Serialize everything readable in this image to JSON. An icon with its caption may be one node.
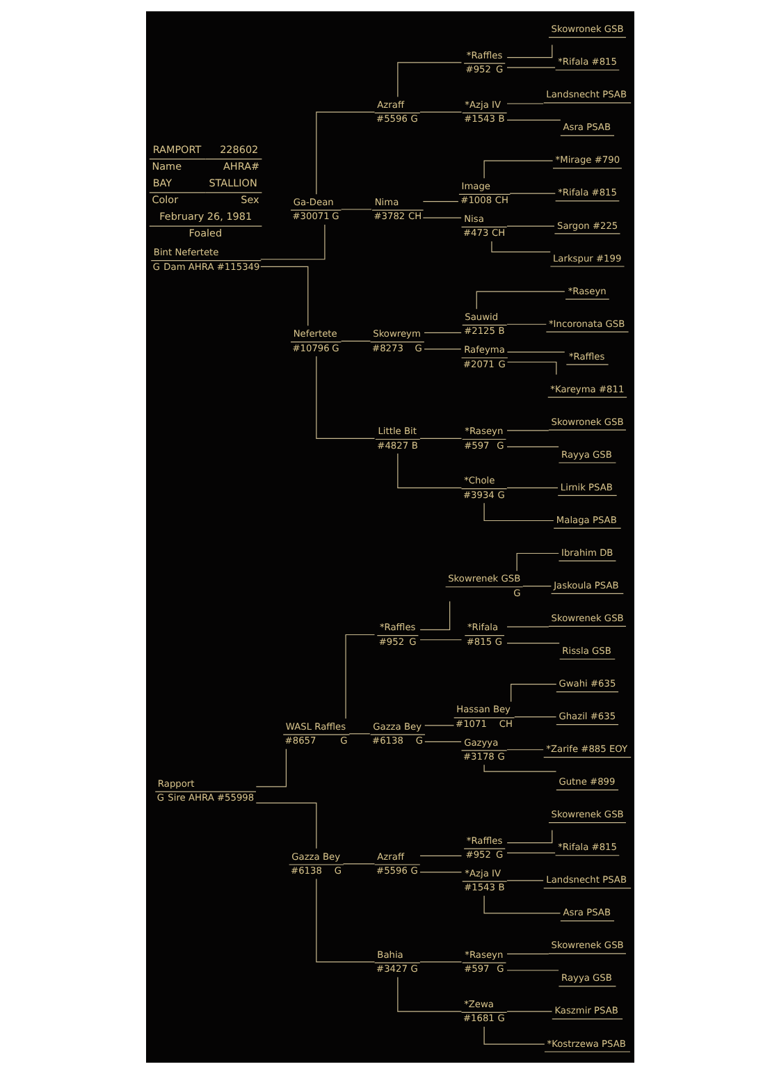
{
  "diagram": {
    "nodes": [
      {
        "text": [
          "Rapport",
          "G",
          "Sire AHRA #55998"
        ]
      },
      {
        "text": [
          "WASL Raffles",
          "#8657",
          "G"
        ]
      },
      {
        "text": [
          "Gazza Bey",
          "#6138",
          "G"
        ]
      },
      {
        "text": [
          "*Raffles",
          "#952",
          "G"
        ]
      },
      {
        "text": [
          "Gazza Bey",
          "#6138",
          "G"
        ]
      },
      {
        "text": [
          "Azraff",
          "#5596",
          "G"
        ]
      },
      {
        "text": [
          "Bahia",
          "#3427",
          "G"
        ]
      },
      {
        "text": [
          "Skowrenek GSB",
          "G"
        ]
      },
      {
        "text": [
          "*Rifala",
          "#815",
          "G"
        ]
      },
      {
        "text": [
          "Hassan Bey",
          "#1071",
          "CH"
        ]
      },
      {
        "text": [
          "Gazyya",
          "#3178",
          "G"
        ]
      },
      {
        "text": [
          "*Raffles",
          "#952",
          "G"
        ]
      },
      {
        "text": [
          "*Azja IV",
          "#1543",
          "B"
        ]
      },
      {
        "text": [
          "*Raseyn",
          "#597",
          "G"
        ]
      },
      {
        "text": [
          "*Zewa",
          "#1681",
          "G"
        ]
      },
      {
        "text": [
          "Ibrahim DB"
        ]
      },
      {
        "text": [
          "Jaskoula PSAB"
        ]
      },
      {
        "text": [
          "Skowrenek GSB"
        ]
      },
      {
        "text": [
          "Rissla GSB"
        ]
      },
      {
        "text": [
          "Gwahi #635"
        ]
      },
      {
        "text": [
          "Ghazil #635"
        ]
      },
      {
        "text": [
          "*Zarife #885 EOY"
        ]
      },
      {
        "text": [
          "Gutne #899"
        ]
      },
      {
        "text": [
          "Skowrenek GSB"
        ]
      },
      {
        "text": [
          "*Rifala #815"
        ]
      },
      {
        "text": [
          "Landsnecht PSAB"
        ]
      },
      {
        "text": [
          "Asra PSAB"
        ]
      },
      {
        "text": [
          "Skowrenek GSB"
        ]
      },
      {
        "text": [
          "Rayya GSB"
        ]
      },
      {
        "text": [
          "Kaszmir PSAB"
        ]
      },
      {
        "text": [
          "*Kostrzewa PSAB"
        ]
      },
      {
        "text": [
          "Bint Nefertete",
          "G",
          "Dam AHRA #115349"
        ]
      },
      {
        "text": [
          "Ga-Dean",
          "#30071",
          "G"
        ]
      },
      {
        "text": [
          "Nefertete",
          "#10796",
          "G"
        ]
      },
      {
        "text": [
          "Azraff",
          "#5596",
          "G"
        ]
      },
      {
        "text": [
          "Nima",
          "#3782",
          "CH"
        ]
      },
      {
        "text": [
          "Skowreym",
          "#8273",
          "G"
        ]
      },
      {
        "text": [
          "Little Bit",
          "#4827",
          "B"
        ]
      },
      {
        "text": [
          "*Raffles",
          "#952",
          "G"
        ]
      },
      {
        "text": [
          "*Azja IV",
          "#1543",
          "B"
        ]
      },
      {
        "text": [
          "Image",
          "#1008",
          "CH"
        ]
      },
      {
        "text": [
          "Nisa",
          "#473",
          "CH"
        ]
      },
      {
        "text": [
          "Sauwid",
          "#2125",
          "B"
        ]
      },
      {
        "text": [
          "Rafeyma",
          "#2071",
          "G"
        ]
      },
      {
        "text": [
          "*Raseyn",
          "#597",
          "G"
        ]
      },
      {
        "text": [
          "*Chole",
          "#3934",
          "G"
        ]
      },
      {
        "text": [
          "Skowronek GSB"
        ]
      },
      {
        "text": [
          "*Rifala #815"
        ]
      },
      {
        "text": [
          "Landsnecht PSAB"
        ]
      },
      {
        "text": [
          "Asra PSAB"
        ]
      },
      {
        "text": [
          "*Mirage #790"
        ]
      },
      {
        "text": [
          "*Rifala #815"
        ]
      },
      {
        "text": [
          "Sargon #225"
        ]
      },
      {
        "text": [
          "Larkspur #199"
        ]
      },
      {
        "text": [
          "*Raseyn"
        ]
      },
      {
        "text": [
          "*Incoronata GSB"
        ]
      },
      {
        "text": [
          "*Raffles"
        ]
      },
      {
        "text": [
          "*Kareyma #811"
        ]
      },
      {
        "text": [
          "Skowronek GSB"
        ]
      },
      {
        "text": [
          "Rayya GSB"
        ]
      },
      {
        "text": [
          "Lirnik PSAB"
        ]
      },
      {
        "text": [
          "Malaga PSAB"
        ]
      }
    ],
    "edges": [
      {
        "from": 0,
        "to": 1,
        "arrow": "none"
      },
      {
        "from": 0,
        "to": 2,
        "arrow": "none"
      },
      {
        "from": 1,
        "to": 3,
        "arrow": "none"
      },
      {
        "from": 1,
        "to": 4,
        "arrow": "none"
      },
      {
        "from": 2,
        "to": 5,
        "arrow": "none"
      },
      {
        "from": 2,
        "to": 6,
        "arrow": "none"
      },
      {
        "from": 3,
        "to": 7,
        "arrow": "none"
      },
      {
        "from": 3,
        "to": 8,
        "arrow": "none"
      },
      {
        "from": 4,
        "to": 9,
        "arrow": "none"
      },
      {
        "from": 4,
        "to": 10,
        "arrow": "none"
      },
      {
        "from": 5,
        "to": 11,
        "arrow": "none"
      },
      {
        "from": 5,
        "to": 12,
        "arrow": "none"
      },
      {
        "from": 6,
        "to": 13,
        "arrow": "none"
      },
      {
        "from": 6,
        "to": 14,
        "arrow": "none"
      },
      {
        "from": 7,
        "to": 15,
        "arrow": "none"
      },
      {
        "from": 7,
        "to": 16,
        "arrow": "none"
      },
      {
        "from": 8,
        "to": 17,
        "arrow": "none"
      },
      {
        "from": 8,
        "to": 18,
        "arrow": "none"
      },
      {
        "from": 9,
        "to": 19,
        "arrow": "none"
      },
      {
        "from": 9,
        "to": 20,
        "arrow": "none"
      },
      {
        "from": 10,
        "to": 21,
        "arrow": "none"
      },
      {
        "from": 10,
        "to": 22,
        "arrow": "none"
      },
      {
        "from": 11,
        "to": 23,
        "arrow": "none"
      },
      {
        "from": 11,
        "to": 24,
        "arrow": "none"
      },
      {
        "from": 12,
        "to": 25,
        "arrow": "none"
      },
      {
        "from": 12,
        "to": 26,
        "arrow": "none"
      },
      {
        "from": 13,
        "to": 27,
        "arrow": "none"
      },
      {
        "from": 13,
        "to": 28,
        "arrow": "none"
      },
      {
        "from": 14,
        "to": 29,
        "arrow": "none"
      },
      {
        "from": 14,
        "to": 30,
        "arrow": "none"
      },
      {
        "from": 31,
        "to": 32,
        "arrow": "none"
      },
      {
        "from": 31,
        "to": 33,
        "arrow": "none"
      },
      {
        "from": 32,
        "to": 34,
        "arrow": "none"
      },
      {
        "from": 32,
        "to": 35,
        "arrow": "none"
      },
      {
        "from": 33,
        "to": 36,
        "arrow": "none"
      },
      {
        "from": 33,
        "to": 37,
        "arrow": "none"
      },
      {
        "from": 34,
        "to": 38,
        "arrow": "none"
      },
      {
        "from": 34,
        "to": 39,
        "arrow": "none"
      },
      {
        "from": 35,
        "to": 40,
        "arrow": "none"
      },
      {
        "from": 35,
        "to": 41,
        "arrow": "none"
      },
      {
        "from": 36,
        "to": 42,
        "arrow": "none"
      },
      {
        "from": 36,
        "to": 43,
        "arrow": "none"
      },
      {
        "from": 37,
        "to": 44,
        "arrow": "none"
      },
      {
        "from": 37,
        "to": 45,
        "arrow": "none"
      },
      {
        "from": 38,
        "to": 46,
        "arrow": "none"
      },
      {
        "from": 38,
        "to": 47,
        "arrow": "none"
      },
      {
        "from": 39,
        "to": 48,
        "arrow": "none"
      },
      {
        "from": 39,
        "to": 49,
        "arrow": "none"
      },
      {
        "from": 40,
        "to": 50,
        "arrow": "none"
      },
      {
        "from": 40,
        "to": 51,
        "arrow": "none"
      },
      {
        "from": 41,
        "to": 52,
        "arrow": "none"
      },
      {
        "from": 41,
        "to": 53,
        "arrow": "none"
      },
      {
        "from": 42,
        "to": 54,
        "arrow": "none"
      },
      {
        "from": 42,
        "to": 55,
        "arrow": "none"
      },
      {
        "from": 43,
        "to": 56,
        "arrow": "none"
      },
      {
        "from": 43,
        "to": 57,
        "arrow": "none"
      },
      {
        "from": 44,
        "to": 58,
        "arrow": "none"
      },
      {
        "from": 44,
        "to": 59,
        "arrow": "none"
      },
      {
        "from": 45,
        "to": 60,
        "arrow": "none"
      },
      {
        "from": 45,
        "to": 61,
        "arrow": "none"
      }
    ],
    "labels": [
      "RAMPORT",
      "228602",
      "Name",
      "AHRA#",
      "BAY",
      "STALLION",
      "Color",
      "Sex",
      "February 26, 1981",
      "Foaled"
    ]
  }
}
